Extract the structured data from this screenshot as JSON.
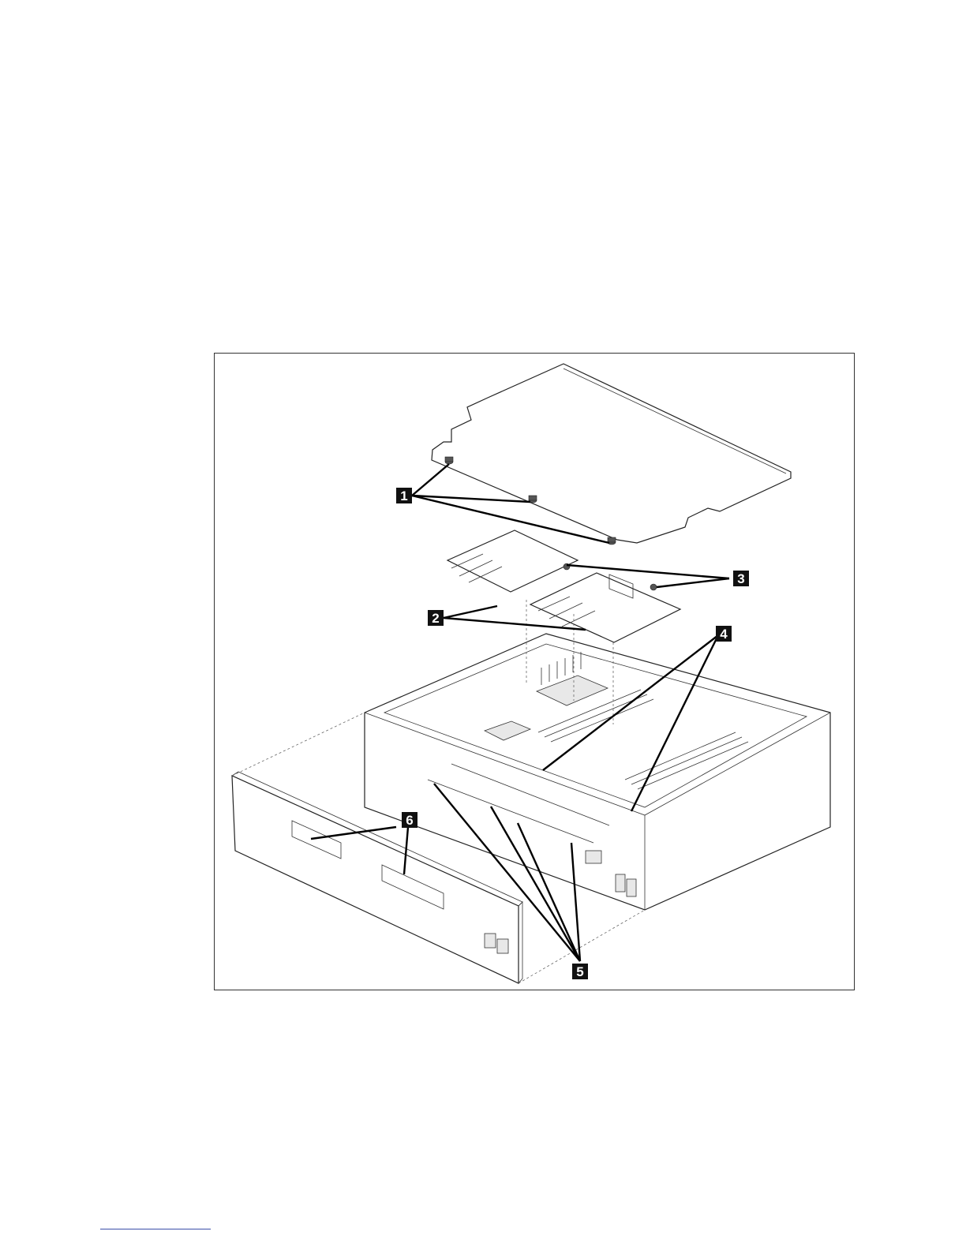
{
  "figure": {
    "callouts": [
      {
        "id": "callout-1",
        "label": "1"
      },
      {
        "id": "callout-2",
        "label": "2"
      },
      {
        "id": "callout-3",
        "label": "3"
      },
      {
        "id": "callout-4",
        "label": "4"
      },
      {
        "id": "callout-5",
        "label": "5"
      },
      {
        "id": "callout-6",
        "label": "6"
      }
    ]
  },
  "colors": {
    "frame": "#333333",
    "callout": "#111111",
    "footer_rule": "#3a4ea8"
  }
}
